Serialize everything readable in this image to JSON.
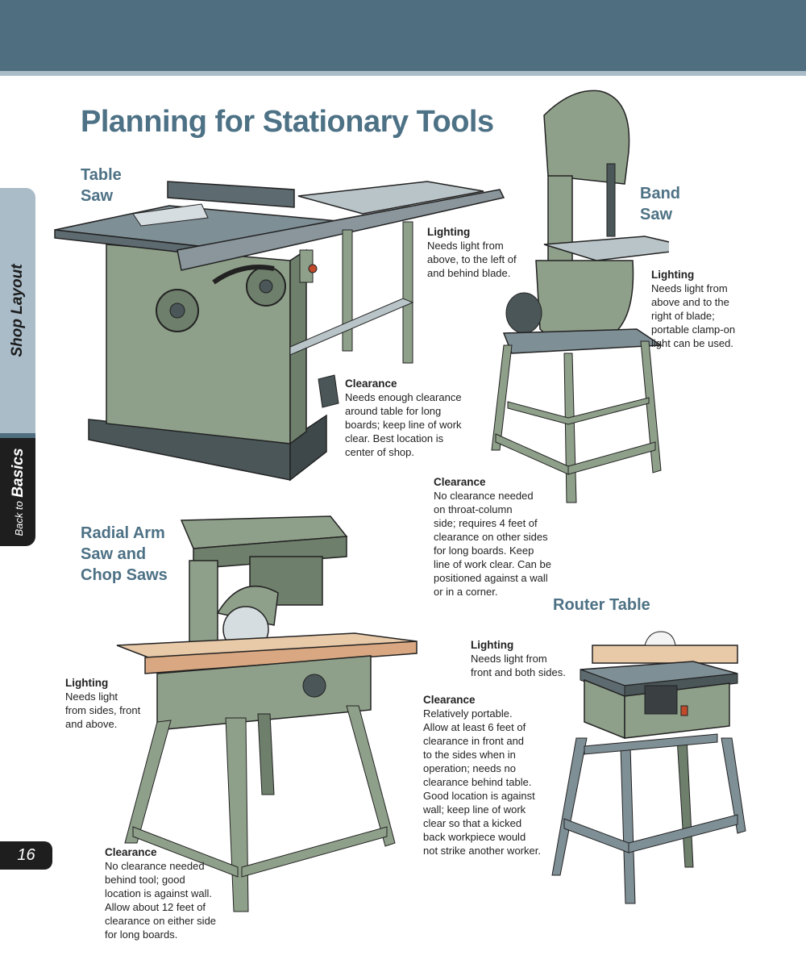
{
  "page": {
    "title": "Planning for Stationary Tools",
    "page_number": "16",
    "side_tab_section": "Shop Layout",
    "side_tab_series_prefix": "Back to",
    "side_tab_series": "Basics"
  },
  "tools": {
    "table_saw": {
      "heading": "Table\nSaw",
      "lighting_label": "Lighting",
      "lighting_text": "Needs light from\nabove, to the left of\nand behind blade.",
      "clearance_label": "Clearance",
      "clearance_text": "Needs enough clearance\naround table for long\nboards; keep line of work\nclear. Best location is\ncenter of shop."
    },
    "band_saw": {
      "heading": "Band\nSaw",
      "lighting_label": "Lighting",
      "lighting_text": "Needs light from\nabove and to the\nright of blade;\nportable clamp-on\nlight can be used.",
      "clearance_label": "Clearance",
      "clearance_text": "No clearance needed\non throat-column\nside; requires 4 feet of\nclearance on other sides\nfor long boards. Keep\nline of work clear. Can be\npositioned against a wall\nor in a corner."
    },
    "radial_arm": {
      "heading": "Radial Arm\nSaw and\nChop Saws",
      "lighting_label": "Lighting",
      "lighting_text": "Needs light\nfrom sides, front\nand above.",
      "clearance_label": "Clearance",
      "clearance_text": "No clearance needed\nbehind tool; good\nlocation is against wall.\nAllow about 12 feet of\nclearance on either side\nfor long boards."
    },
    "router_table": {
      "heading": "Router Table",
      "lighting_label": "Lighting",
      "lighting_text": "Needs light from\nfront and both sides.",
      "clearance_label": "Clearance",
      "clearance_text": "Relatively portable.\nAllow at least 6 feet of\nclearance in front and\nto the sides when in\noperation; needs no\nclearance behind table.\nGood location is against\nwall; keep line of work\nclear so that a kicked\nback workpiece would\nnot strike another worker."
    }
  },
  "colors": {
    "header_bar": "#4f6e80",
    "header_stripe": "#a9bcc8",
    "heading_text": "#4d7185",
    "machine_green": "#8fa08a",
    "machine_dark": "#6e7f6c",
    "table_top": "#7f8f96",
    "wood": "#e8c9a8"
  },
  "illustrations": {
    "table_saw": "table-saw-illustration",
    "band_saw": "band-saw-illustration",
    "radial_arm": "radial-arm-saw-illustration",
    "router_table": "router-table-illustration"
  }
}
